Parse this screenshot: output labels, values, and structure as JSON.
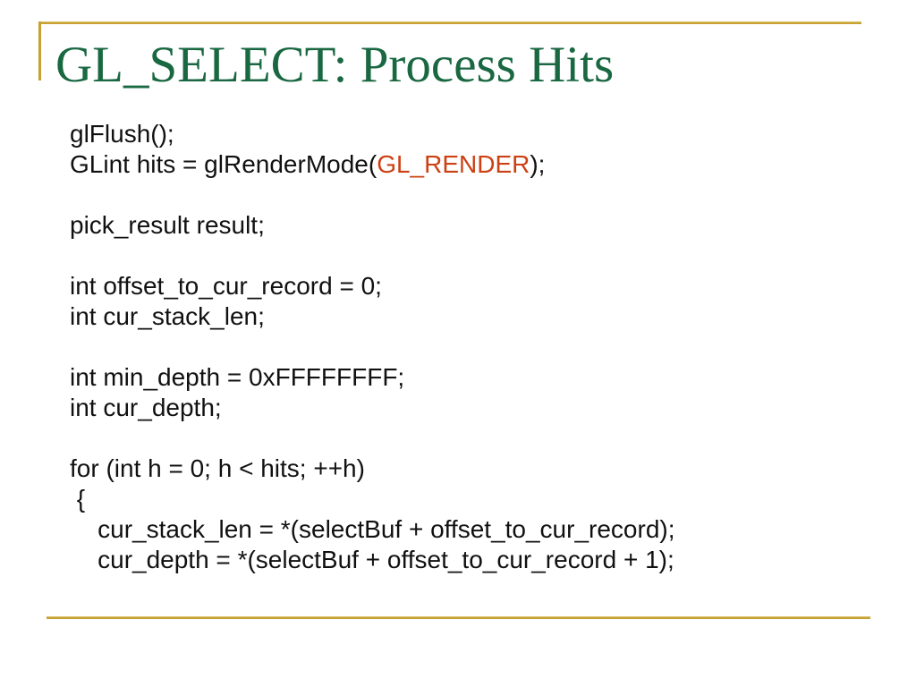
{
  "slide": {
    "title": "GL_SELECT: Process Hits",
    "colors": {
      "accent_gold": "#C7A030",
      "title_green": "#1A6842",
      "code_black": "#111111",
      "keyword_red": "#CC4113"
    },
    "code": {
      "lines": [
        {
          "segments": [
            {
              "text": "glFlush();",
              "color": "#111111"
            }
          ]
        },
        {
          "segments": [
            {
              "text": "GLint hits = glRenderMode(",
              "color": "#111111"
            },
            {
              "text": "GL_RENDER",
              "color": "#CC4113"
            },
            {
              "text": ");",
              "color": "#111111"
            }
          ]
        },
        {
          "segments": []
        },
        {
          "segments": [
            {
              "text": "pick_result result;",
              "color": "#111111"
            }
          ]
        },
        {
          "segments": []
        },
        {
          "segments": [
            {
              "text": "int offset_to_cur_record = 0;",
              "color": "#111111"
            }
          ]
        },
        {
          "segments": [
            {
              "text": "int cur_stack_len;",
              "color": "#111111"
            }
          ]
        },
        {
          "segments": []
        },
        {
          "segments": [
            {
              "text": "int min_depth = 0xFFFFFFFF;",
              "color": "#111111"
            }
          ]
        },
        {
          "segments": [
            {
              "text": "int cur_depth;",
              "color": "#111111"
            }
          ]
        },
        {
          "segments": []
        },
        {
          "segments": [
            {
              "text": "for (int h = 0; h < hits; ++h)",
              "color": "#111111"
            }
          ]
        },
        {
          "segments": [
            {
              "text": " {",
              "color": "#111111"
            }
          ]
        },
        {
          "segments": [
            {
              "text": "    cur_stack_len = *(selectBuf + offset_to_cur_record);",
              "color": "#111111"
            }
          ]
        },
        {
          "segments": [
            {
              "text": "    cur_depth = *(selectBuf + offset_to_cur_record + 1);",
              "color": "#111111"
            }
          ]
        }
      ]
    }
  }
}
